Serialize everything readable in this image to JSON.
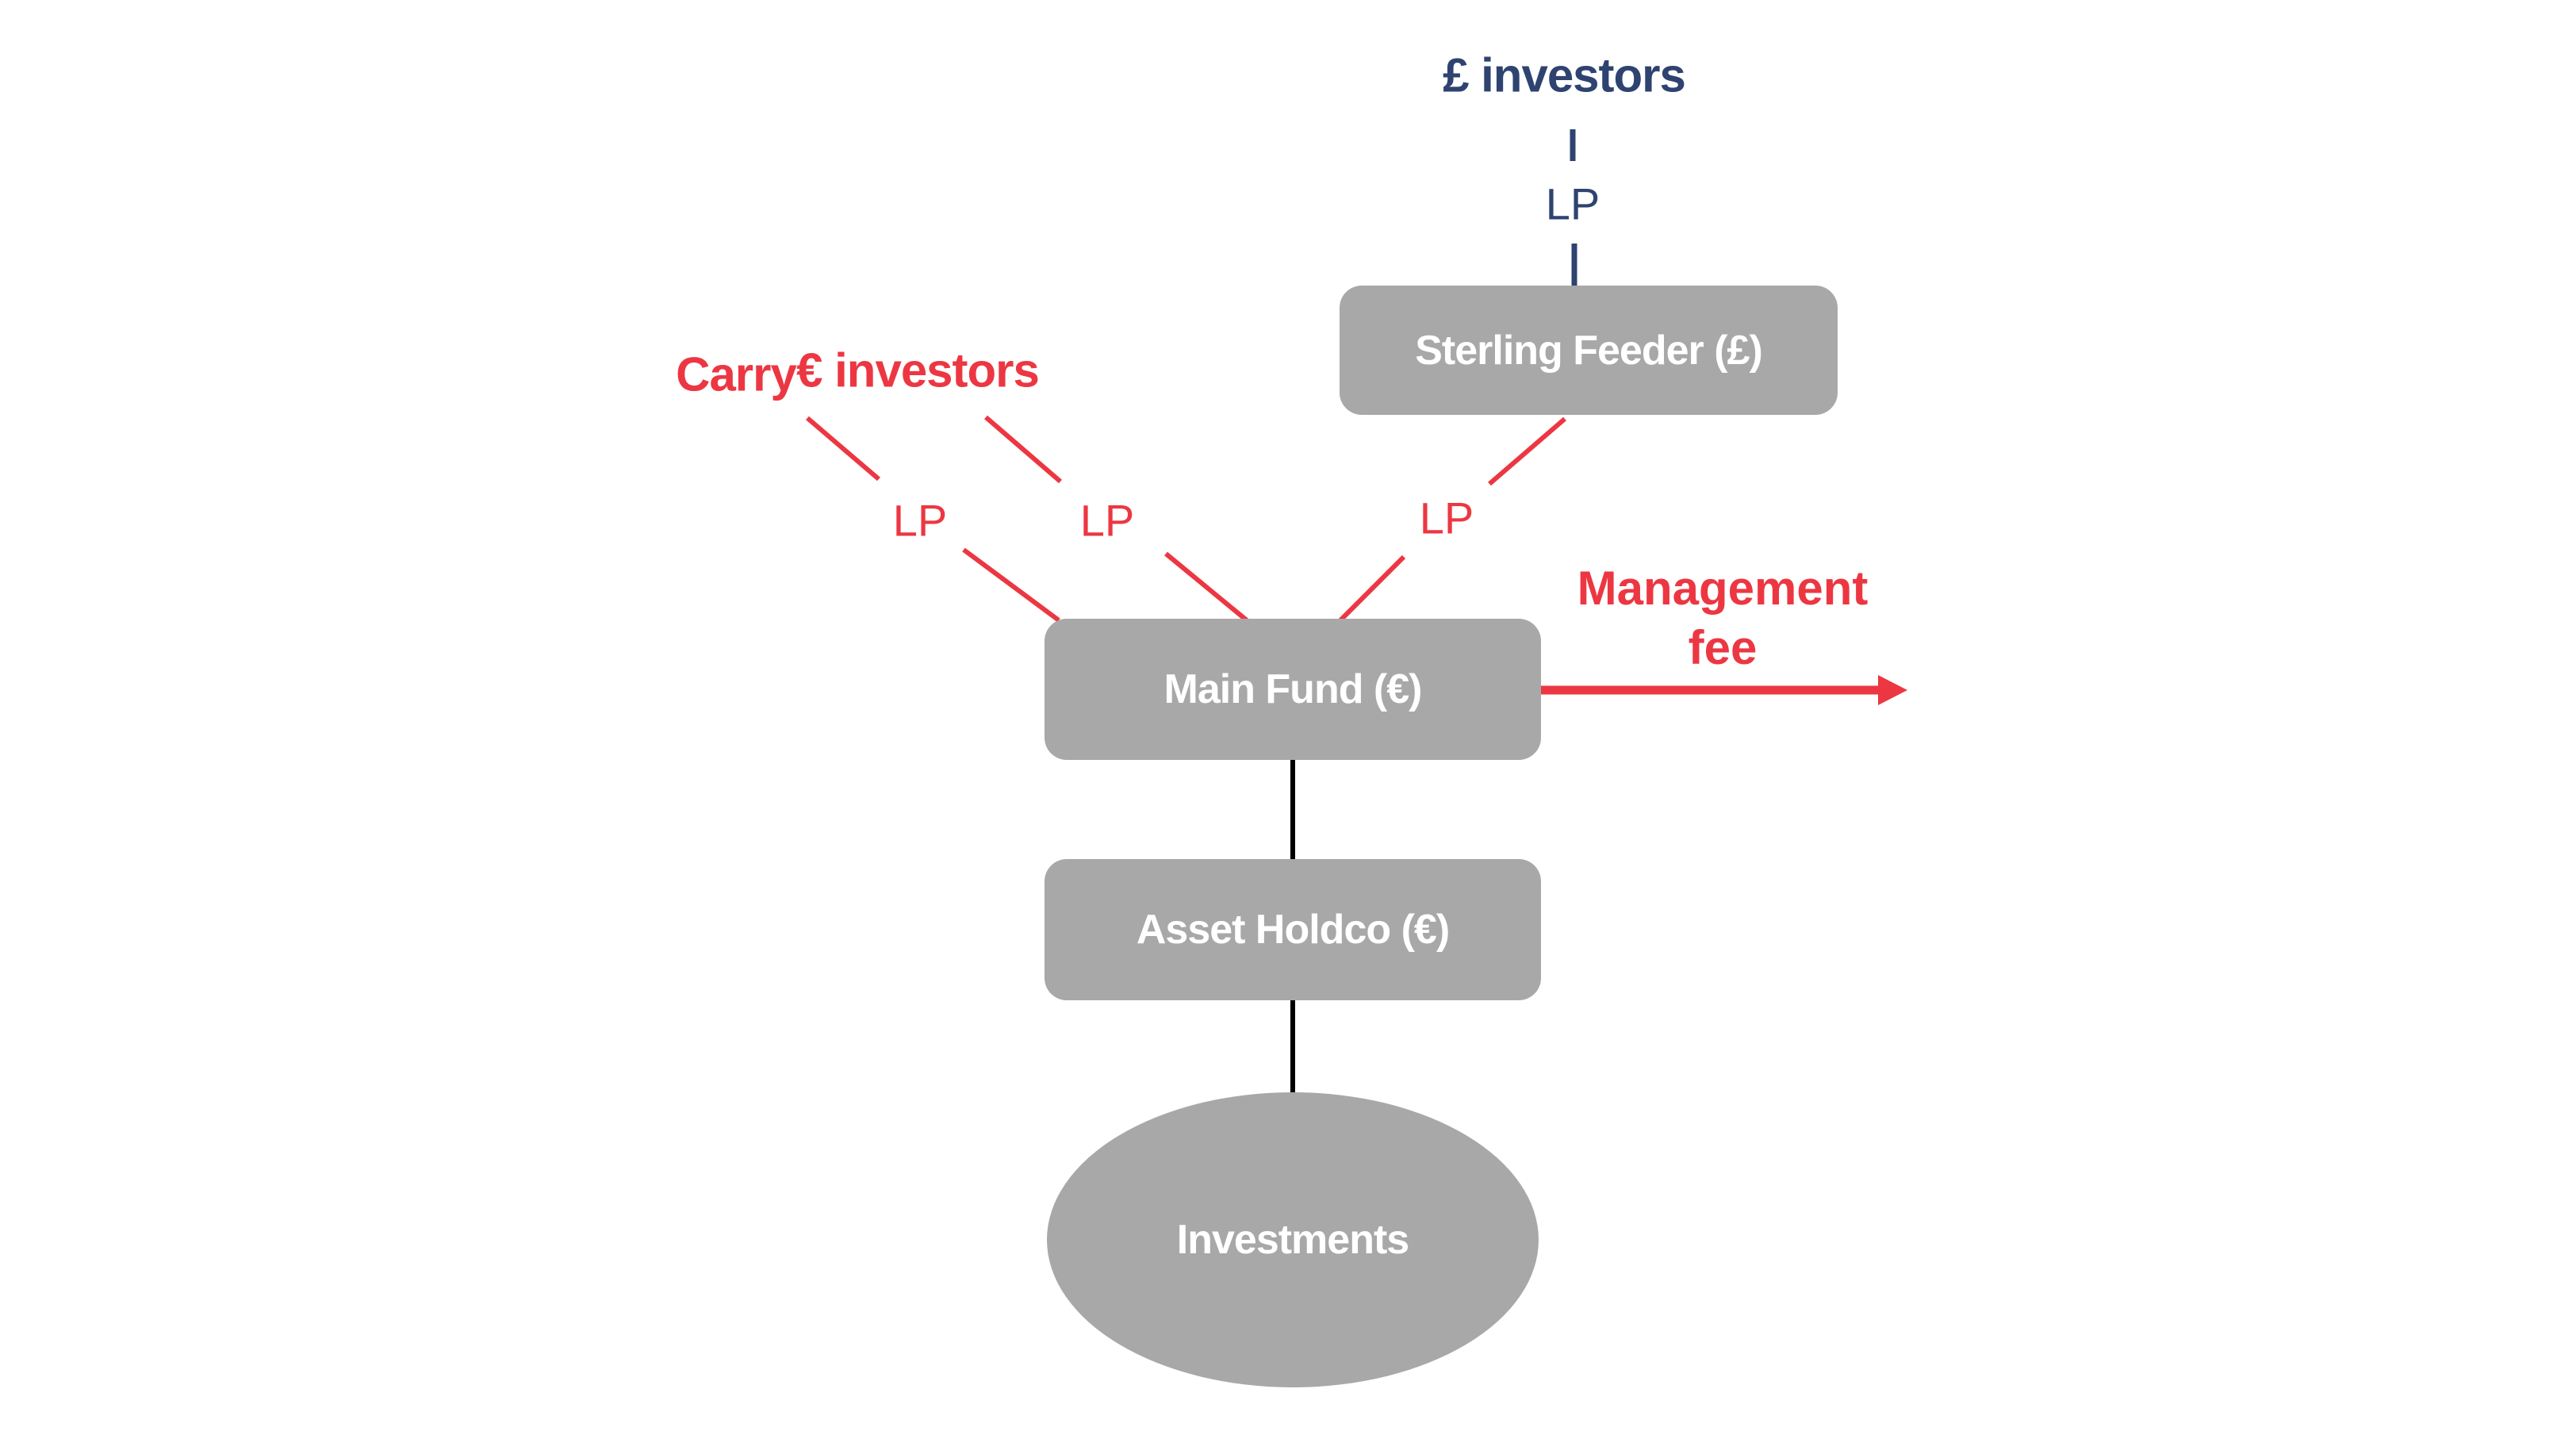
{
  "diagram": {
    "top_chain": {
      "pound_investors_label": "£ investors",
      "lp_label": "LP"
    },
    "left_labels": {
      "carry": "Carry",
      "eur_investors": "€ investors"
    },
    "lp_labels": {
      "carry_lp": "LP",
      "eur_lp": "LP",
      "feeder_lp": "LP"
    },
    "nodes": {
      "sterling_feeder": "Sterling Feeder (£)",
      "main_fund": "Main Fund (€)",
      "asset_holdco": "Asset Holdco (€)",
      "investments": "Investments"
    },
    "management_fee": {
      "line1": "Management",
      "line2": "fee"
    },
    "colors": {
      "navy": "#2E4370",
      "red": "#EC3742",
      "gray": "#A8A8A8",
      "black": "#000000",
      "white": "#FFFFFF"
    }
  }
}
